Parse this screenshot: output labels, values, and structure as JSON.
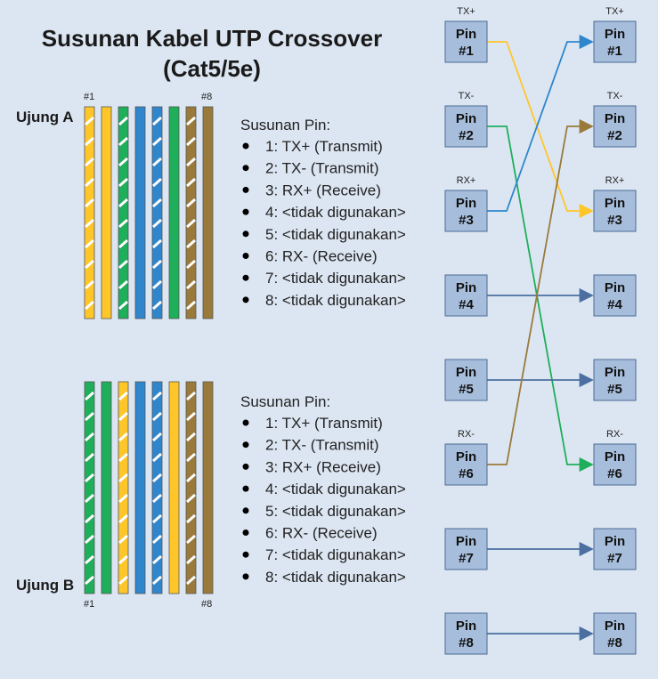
{
  "title_line1": "Susunan Kabel UTP Crossover",
  "title_line2": "(Cat5/5e)",
  "end_a": {
    "label": "Ujung A",
    "num_left": "#1",
    "num_right": "#8",
    "wires": [
      {
        "base": "#ffffff",
        "color": "#ffc62a",
        "striped": true
      },
      {
        "base": "#ffc62a",
        "color": "#ffc62a",
        "striped": false
      },
      {
        "base": "#ffffff",
        "color": "#1fae5a",
        "striped": true
      },
      {
        "base": "#2f86cc",
        "color": "#2f86cc",
        "striped": false
      },
      {
        "base": "#ffffff",
        "color": "#2f86cc",
        "striped": true
      },
      {
        "base": "#1fae5a",
        "color": "#1fae5a",
        "striped": false
      },
      {
        "base": "#ffffff",
        "color": "#9a7a3a",
        "striped": true
      },
      {
        "base": "#9a7a3a",
        "color": "#9a7a3a",
        "striped": false
      }
    ],
    "pin_header": "Susunan Pin:",
    "pin_list": [
      "1: TX+ (Transmit)",
      "2: TX- (Transmit)",
      "3: RX+ (Receive)",
      "4: <tidak digunakan>",
      "5: <tidak digunakan>",
      "6: RX- (Receive)",
      "7: <tidak digunakan>",
      "8: <tidak digunakan>"
    ]
  },
  "end_b": {
    "label": "Ujung B",
    "num_left": "#1",
    "num_right": "#8",
    "wires": [
      {
        "base": "#ffffff",
        "color": "#1fae5a",
        "striped": true
      },
      {
        "base": "#1fae5a",
        "color": "#1fae5a",
        "striped": false
      },
      {
        "base": "#ffffff",
        "color": "#ffc62a",
        "striped": true
      },
      {
        "base": "#2f86cc",
        "color": "#2f86cc",
        "striped": false
      },
      {
        "base": "#ffffff",
        "color": "#2f86cc",
        "striped": true
      },
      {
        "base": "#ffc62a",
        "color": "#ffc62a",
        "striped": false
      },
      {
        "base": "#ffffff",
        "color": "#9a7a3a",
        "striped": true
      },
      {
        "base": "#9a7a3a",
        "color": "#9a7a3a",
        "striped": false
      }
    ],
    "pin_header": "Susunan Pin:",
    "pin_list": [
      "1: TX+ (Transmit)",
      "2: TX- (Transmit)",
      "3: RX+ (Receive)",
      "4: <tidak digunakan>",
      "5: <tidak digunakan>",
      "6: RX- (Receive)",
      "7: <tidak digunakan>",
      "8: <tidak digunakan>"
    ]
  },
  "left_pins": [
    {
      "line1": "Pin",
      "line2": "#1",
      "signal": "TX+"
    },
    {
      "line1": "Pin",
      "line2": "#2",
      "signal": "TX-"
    },
    {
      "line1": "Pin",
      "line2": "#3",
      "signal": "RX+"
    },
    {
      "line1": "Pin",
      "line2": "#4",
      "signal": ""
    },
    {
      "line1": "Pin",
      "line2": "#5",
      "signal": ""
    },
    {
      "line1": "Pin",
      "line2": "#6",
      "signal": "RX-"
    },
    {
      "line1": "Pin",
      "line2": "#7",
      "signal": ""
    },
    {
      "line1": "Pin",
      "line2": "#8",
      "signal": ""
    }
  ],
  "right_pins": [
    {
      "line1": "Pin",
      "line2": "#1",
      "signal": "TX+"
    },
    {
      "line1": "Pin",
      "line2": "#2",
      "signal": "TX-"
    },
    {
      "line1": "Pin",
      "line2": "#3",
      "signal": "RX+"
    },
    {
      "line1": "Pin",
      "line2": "#4",
      "signal": ""
    },
    {
      "line1": "Pin",
      "line2": "#5",
      "signal": ""
    },
    {
      "line1": "Pin",
      "line2": "#6",
      "signal": "RX-"
    },
    {
      "line1": "Pin",
      "line2": "#7",
      "signal": ""
    },
    {
      "line1": "Pin",
      "line2": "#8",
      "signal": ""
    }
  ],
  "connections": [
    {
      "from": 1,
      "to": 3,
      "color": "#ffc62a"
    },
    {
      "from": 2,
      "to": 6,
      "color": "#1fae5a"
    },
    {
      "from": 3,
      "to": 1,
      "color": "#2f86cc"
    },
    {
      "from": 4,
      "to": 4,
      "color": "#4a6fa0"
    },
    {
      "from": 5,
      "to": 5,
      "color": "#4a6fa0"
    },
    {
      "from": 6,
      "to": 2,
      "color": "#9a7a3a"
    },
    {
      "from": 7,
      "to": 7,
      "color": "#4a6fa0"
    },
    {
      "from": 8,
      "to": 8,
      "color": "#4a6fa0"
    }
  ],
  "colors": {
    "background": "#dce6f2",
    "pin_box_fill": "#a6bddb",
    "pin_box_stroke": "#4a6a96"
  }
}
